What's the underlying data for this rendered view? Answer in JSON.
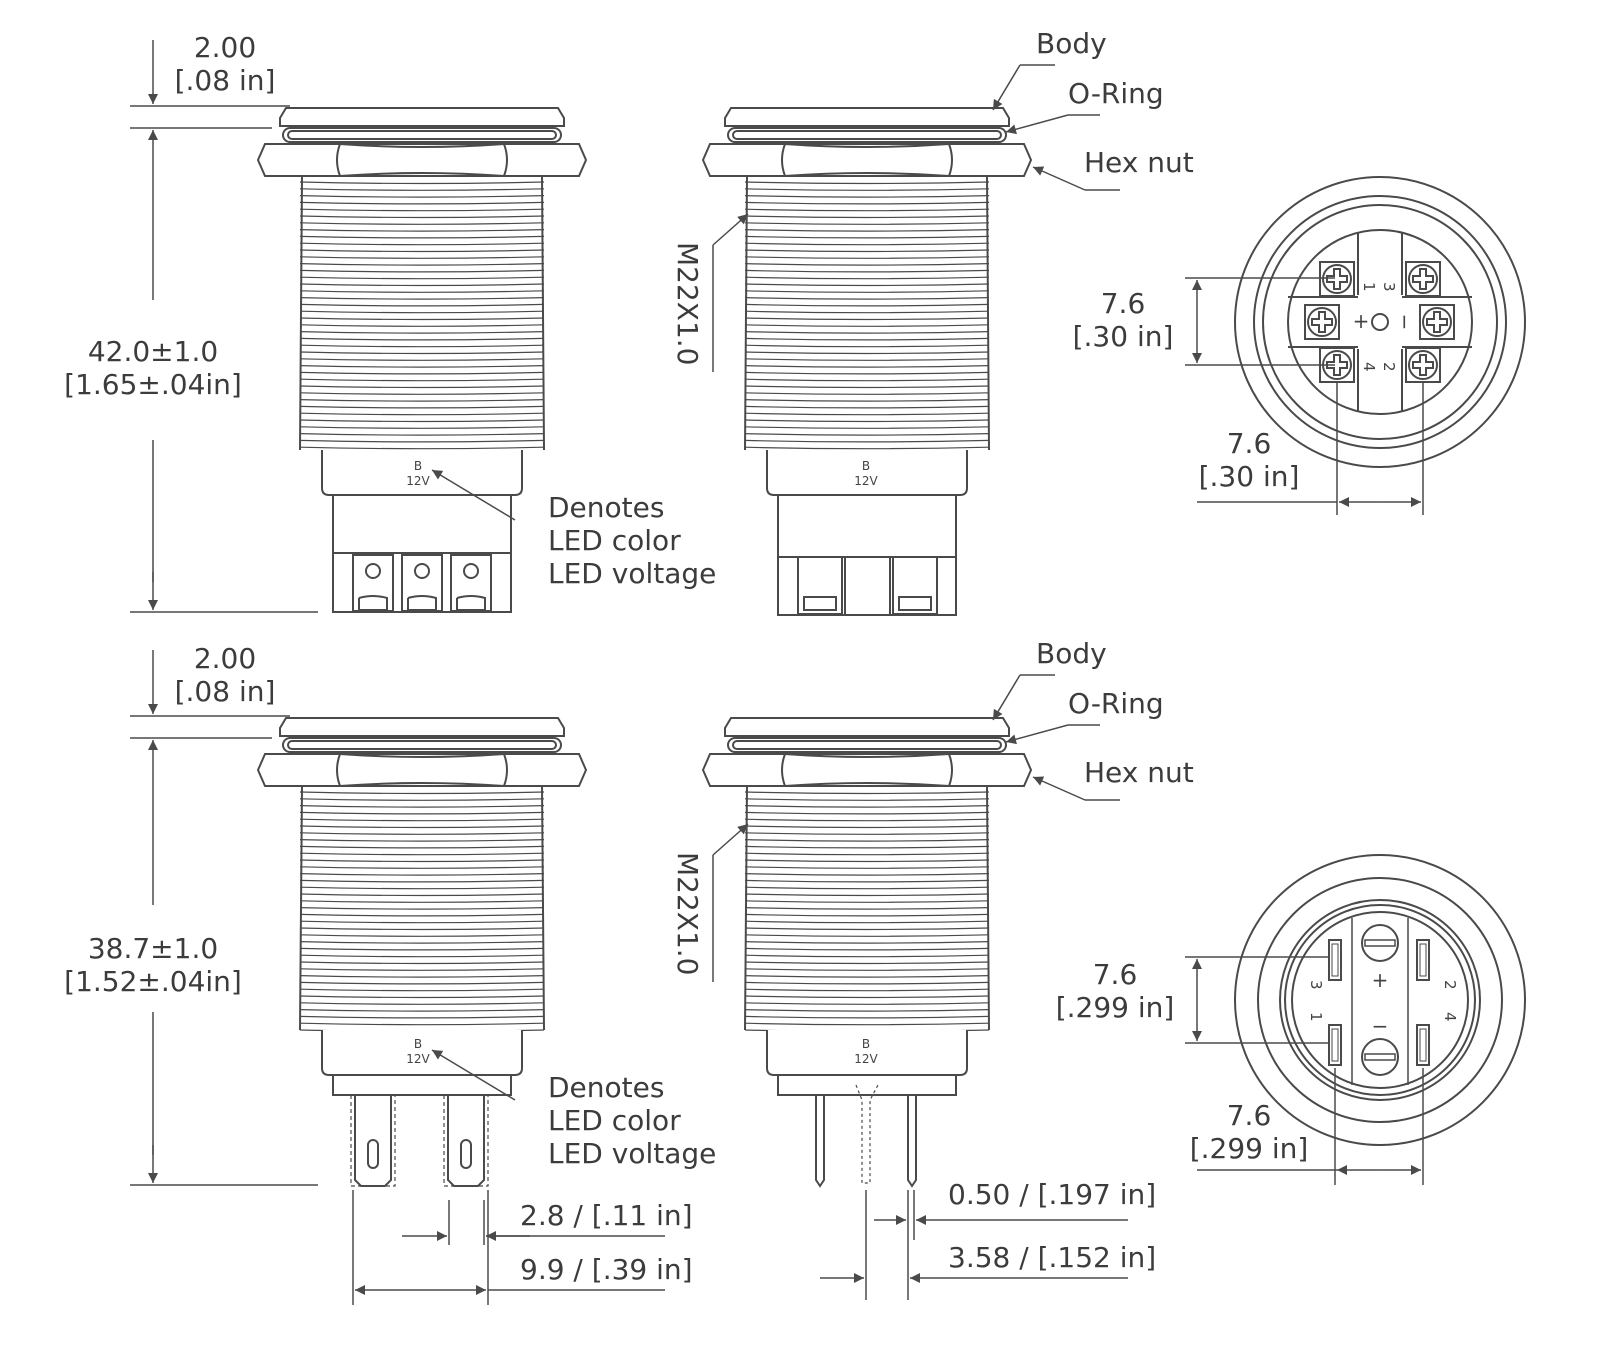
{
  "colors": {
    "line": "#4a4a4a",
    "text": "#3c3c3c"
  },
  "top_section": {
    "cap_height": {
      "mm": "2.00",
      "in": "[.08 in]"
    },
    "body_length": {
      "mm": "42.0±1.0",
      "in": "[1.65±.04in]"
    },
    "part_labels": {
      "body": "Body",
      "oring": "O-Ring",
      "hexnut": "Hex nut"
    },
    "thread": "M22X1.0",
    "marking": {
      "color": "B",
      "voltage": "12V"
    },
    "note": [
      "Denotes",
      "LED color",
      "LED voltage"
    ],
    "pin_spacing_v": {
      "mm": "7.6",
      "in": "[.30 in]"
    },
    "pin_spacing_h": {
      "mm": "7.6",
      "in": "[.30 in]"
    },
    "terminal_numbers": [
      "1",
      "3",
      "4",
      "2"
    ],
    "polarity": [
      "+",
      "−"
    ]
  },
  "bottom_section": {
    "cap_height": {
      "mm": "2.00",
      "in": "[.08 in]"
    },
    "body_length": {
      "mm": "38.7±1.0",
      "in": "[1.52±.04in]"
    },
    "part_labels": {
      "body": "Body",
      "oring": "O-Ring",
      "hexnut": "Hex nut"
    },
    "thread": "M22X1.0",
    "marking": {
      "color": "B",
      "voltage": "12V"
    },
    "note": [
      "Denotes",
      "LED color",
      "LED voltage"
    ],
    "tab_width": "2.8 / [.11 in]",
    "tab_spacing": "9.9 / [.39 in]",
    "pin_diameter": "0.50 / [.197 in]",
    "pin_spacing": "3.58 / [.152 in]",
    "pin_spacing_v": {
      "mm": "7.6",
      "in": "[.299 in]"
    },
    "pin_spacing_h": {
      "mm": "7.6",
      "in": "[.299 in]"
    },
    "terminal_numbers": [
      "3",
      "1",
      "2",
      "4"
    ],
    "polarity": [
      "+",
      "−"
    ]
  }
}
